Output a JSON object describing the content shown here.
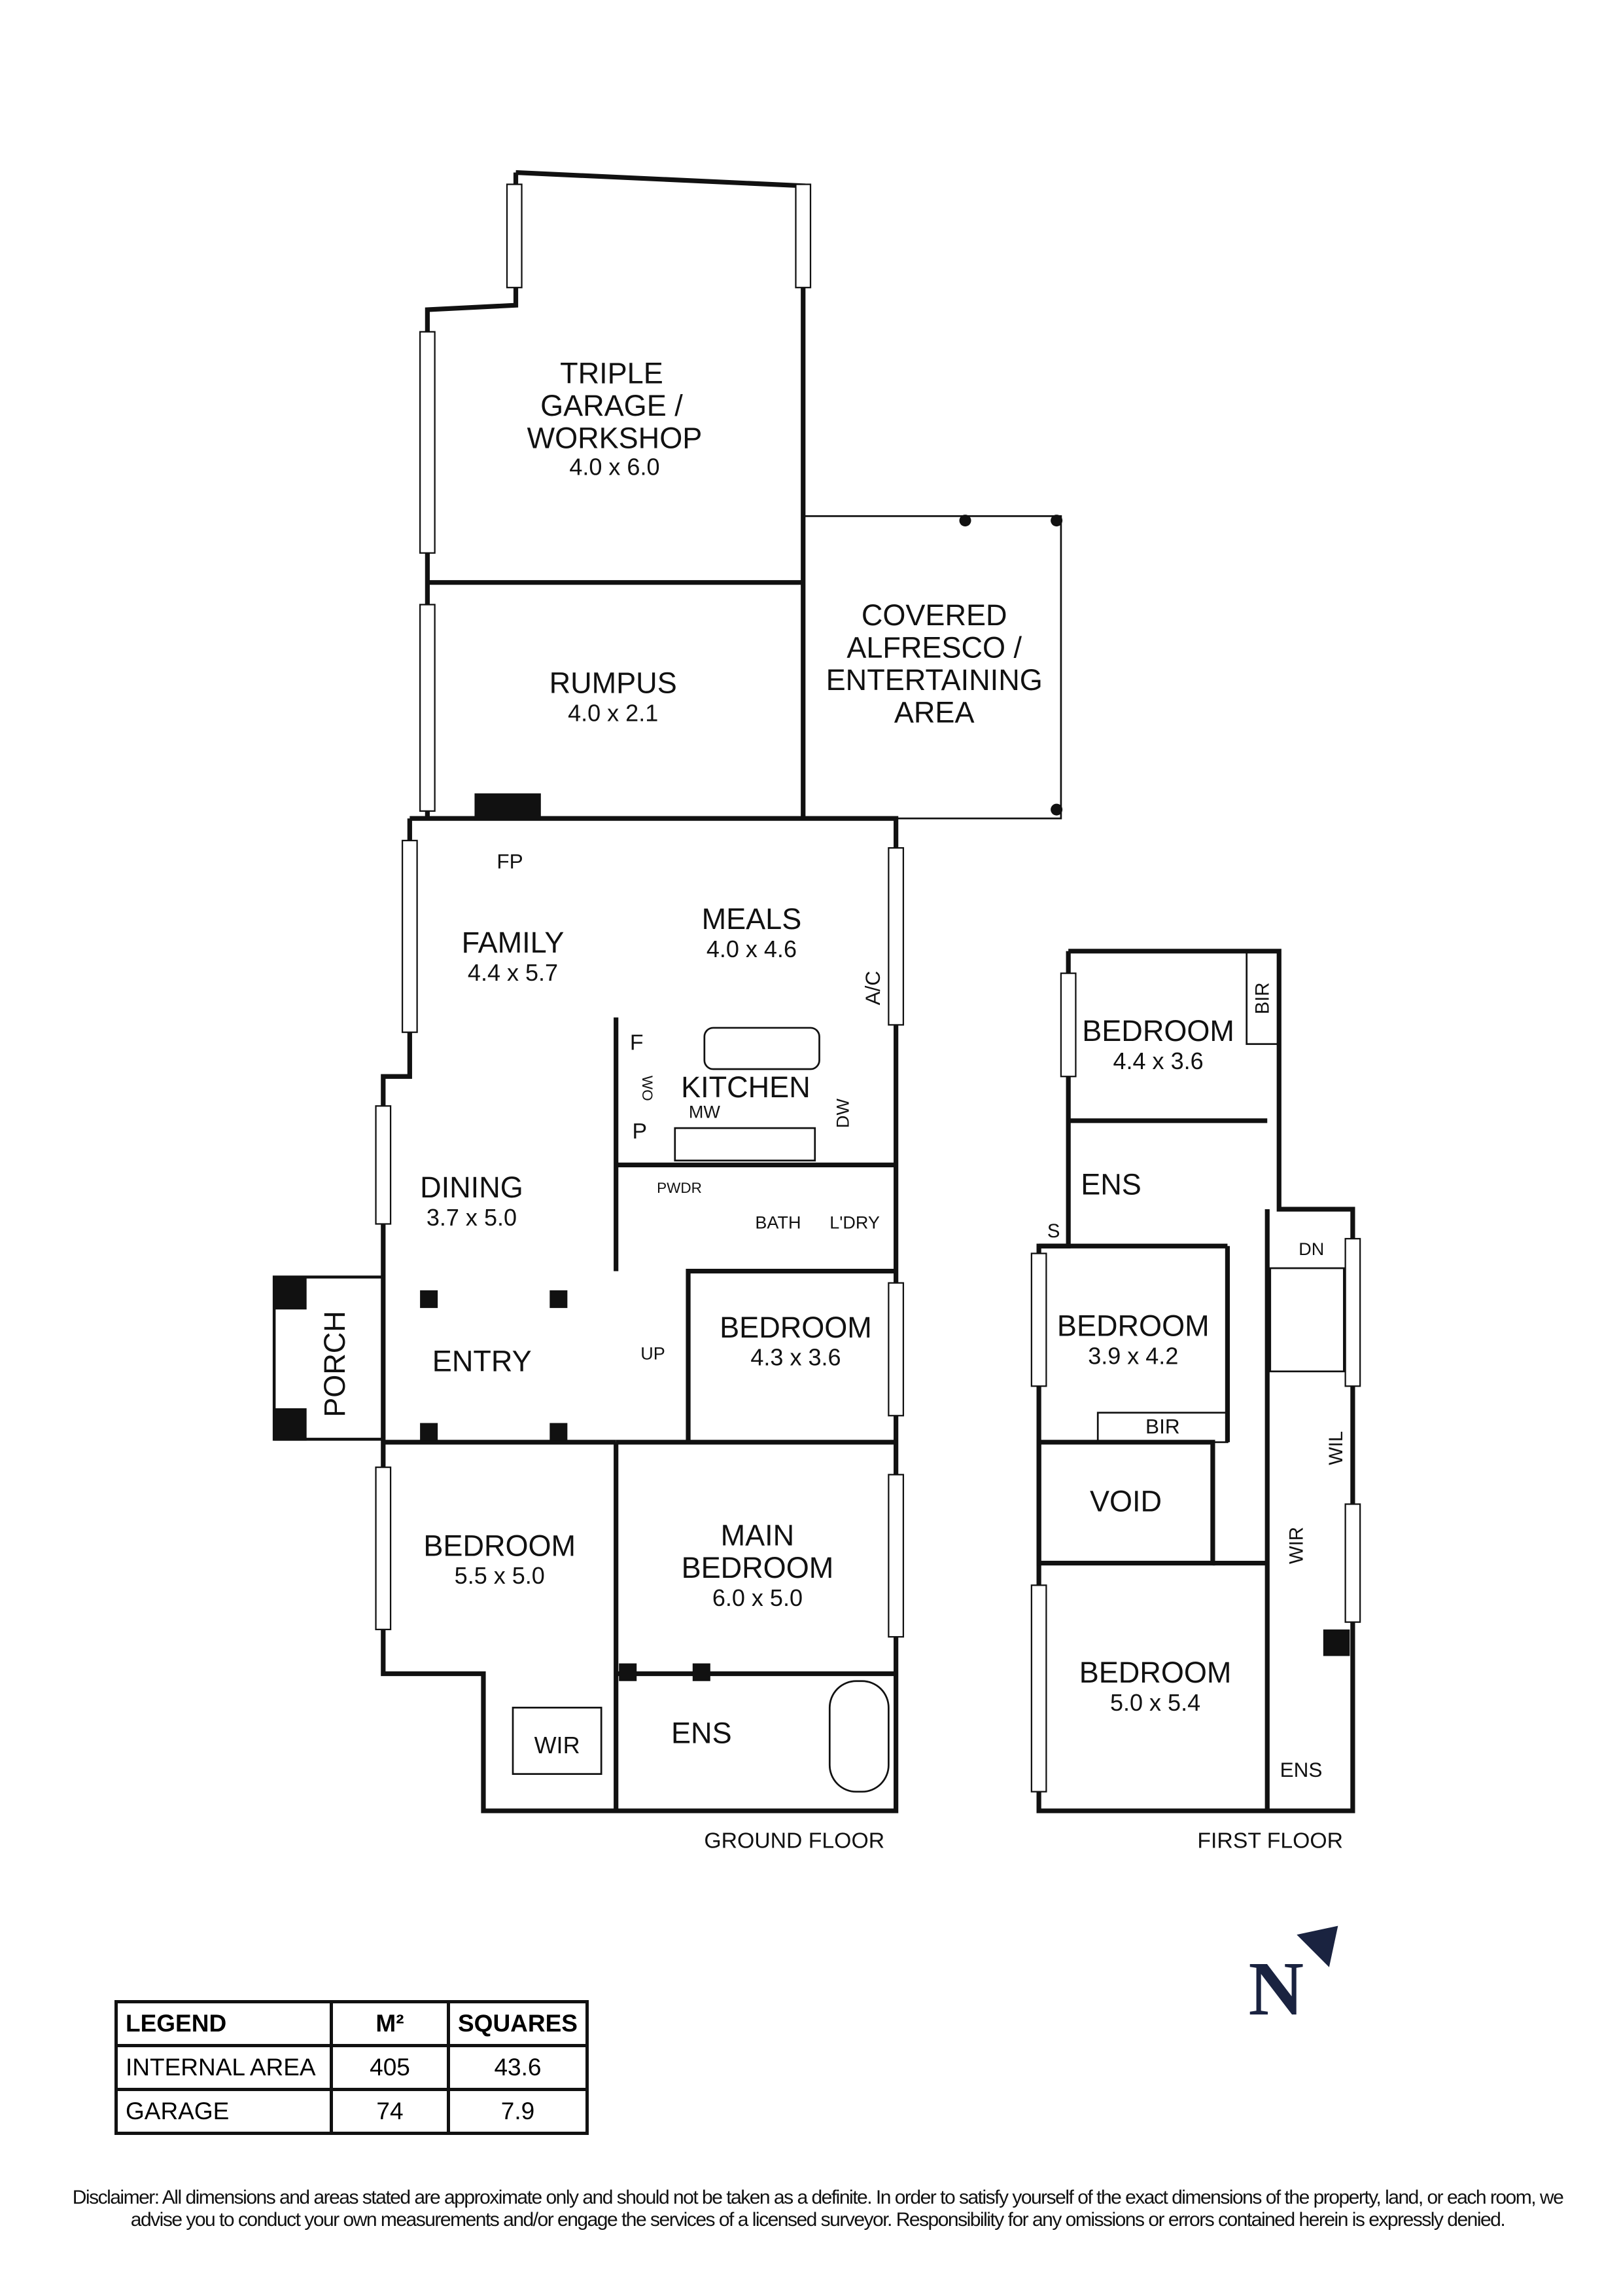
{
  "plan": {
    "ground_floor_label": "GROUND FLOOR",
    "first_floor_label": "FIRST FLOOR",
    "rooms": {
      "garage": {
        "name1": "TRIPLE",
        "name2": "GARAGE /",
        "name3": "WORKSHOP",
        "dims": "4.0 x 6.0"
      },
      "rumpus": {
        "name": "RUMPUS",
        "dims": "4.0 x 2.1"
      },
      "alfresco": {
        "name1": "COVERED",
        "name2": "ALFRESCO /",
        "name3": "ENTERTAINING",
        "name4": "AREA"
      },
      "family": {
        "name": "FAMILY",
        "dims": "4.4 x 5.7"
      },
      "meals": {
        "name": "MEALS",
        "dims": "4.0 x 4.6"
      },
      "kitchen": {
        "name": "KITCHEN"
      },
      "dining": {
        "name": "DINING",
        "dims": "3.7 x 5.0"
      },
      "entry": {
        "name": "ENTRY"
      },
      "porch": {
        "name": "PORCH"
      },
      "bedroom_gf": {
        "name": "BEDROOM",
        "dims": "4.3 x 3.6"
      },
      "bedroom_front": {
        "name": "BEDROOM",
        "dims": "5.5 x 5.0"
      },
      "main_bedroom": {
        "name1": "MAIN",
        "name2": "BEDROOM",
        "dims": "6.0 x 5.0"
      },
      "ens_gf": {
        "name": "ENS"
      },
      "wir_gf": {
        "name": "WIR"
      },
      "bath": {
        "name": "BATH"
      },
      "laundry": {
        "name": "L'DRY"
      },
      "powder": {
        "name": "PWDR"
      },
      "ff_bed1": {
        "name": "BEDROOM",
        "dims": "4.4 x 3.6"
      },
      "ff_ens1": {
        "name": "ENS"
      },
      "ff_bed2": {
        "name": "BEDROOM",
        "dims": "3.9 x 4.2"
      },
      "void": {
        "name": "VOID"
      },
      "ff_bed3": {
        "name": "BEDROOM",
        "dims": "5.0 x 5.4"
      },
      "ff_ens2": {
        "name": "ENS"
      }
    },
    "fixtures": {
      "fp": "FP",
      "ac": "A/C",
      "f": "F",
      "wo": "WO",
      "p": "P",
      "mw": "MW",
      "dw": "DW",
      "up": "UP",
      "dn": "DN",
      "bir": "BIR",
      "bir2": "BIR",
      "wil": "WIL",
      "wir": "WIR",
      "s": "S"
    }
  },
  "north": {
    "label": "N",
    "color": "#1a2340"
  },
  "legend": {
    "headers": [
      "LEGEND",
      "M²",
      "SQUARES"
    ],
    "rows": [
      [
        "INTERNAL AREA",
        "405",
        "43.6"
      ],
      [
        "GARAGE",
        "74",
        "7.9"
      ]
    ]
  },
  "disclaimer": "Disclaimer: All dimensions and areas stated are approximate only and should not be taken as a definite. In order to satisfy yourself of the exact dimensions of the property, land, or each room, we advise you to conduct your own measurements and/or engage the services of a licensed surveyor. Responsibility for any omissions or errors contained herein is expressly denied."
}
